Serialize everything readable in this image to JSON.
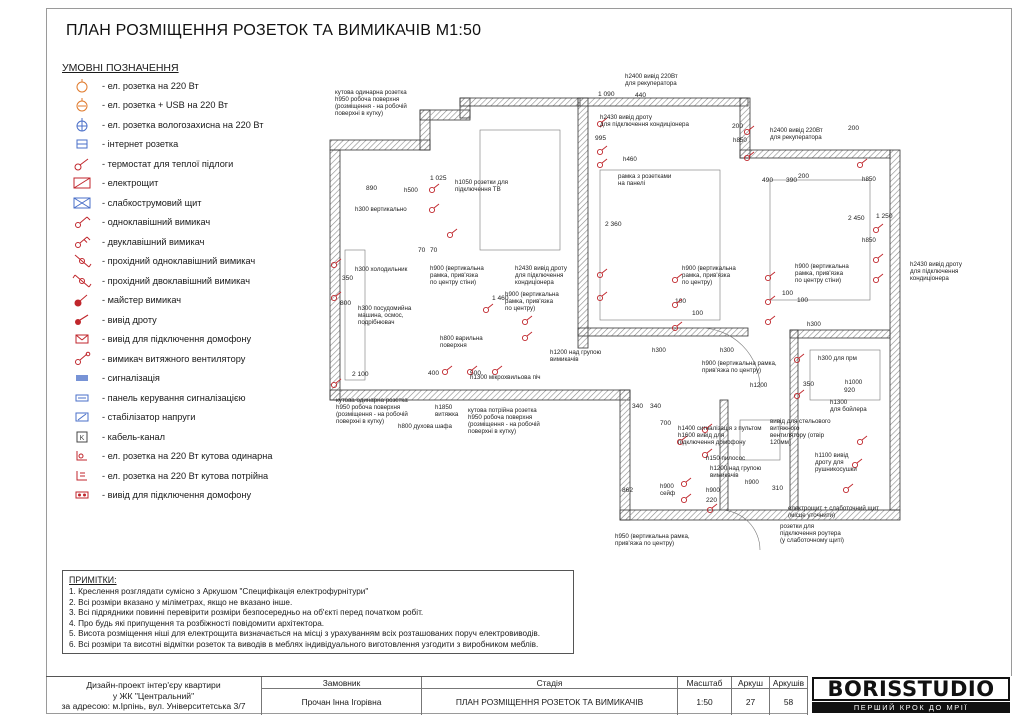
{
  "title": "ПЛАН РОЗМІЩЕННЯ РОЗЕТОК ТА ВИМИКАЧІВ М1:50",
  "legend": {
    "title": "УМОВНІ ПОЗНАЧЕННЯ",
    "items": [
      {
        "icon": "socket-220-icon",
        "label": "- ел. розетка на 220 Вт"
      },
      {
        "icon": "socket-usb-icon",
        "label": "- ел. розетка + USB на 220 Вт"
      },
      {
        "icon": "socket-waterproof-icon",
        "label": "- ел. розетка вологозахисна на 220 Вт"
      },
      {
        "icon": "internet-socket-icon",
        "label": "- інтернет розетка"
      },
      {
        "icon": "floor-thermostat-icon",
        "label": "- термостат для теплої підлоги"
      },
      {
        "icon": "electrical-panel-icon",
        "label": "- електрощит"
      },
      {
        "icon": "low-voltage-panel-icon",
        "label": "- слабкострумовий щит"
      },
      {
        "icon": "single-switch-icon",
        "label": "- одноклавішний вимикач"
      },
      {
        "icon": "double-switch-icon",
        "label": "- двуклавішний вимикач"
      },
      {
        "icon": "pass-single-switch-icon",
        "label": "- прохідний одноклавішний вимикач"
      },
      {
        "icon": "pass-double-switch-icon",
        "label": "- прохідний двоклавішний вимикач"
      },
      {
        "icon": "master-switch-icon",
        "label": "- майстер вимикач"
      },
      {
        "icon": "wire-outlet-icon",
        "label": "- вивід дроту"
      },
      {
        "icon": "intercom-outlet-icon",
        "label": "- вивід для підключення домофону"
      },
      {
        "icon": "fan-switch-icon",
        "label": "- вимикач витяжного вентилятору"
      },
      {
        "icon": "alarm-icon",
        "label": "- сигналізація"
      },
      {
        "icon": "alarm-panel-icon",
        "label": "- панель керування сигналізацією"
      },
      {
        "icon": "stabilizer-icon",
        "label": "- стабілізатор напруги"
      },
      {
        "icon": "cable-channel-icon",
        "label": "- кабель-канал"
      },
      {
        "icon": "corner-single-socket-icon",
        "label": "- ел. розетка на 220 Вт кутова одинарна"
      },
      {
        "icon": "corner-triple-socket-icon",
        "label": "- ел. розетка на 220 Вт кутова потрійна"
      },
      {
        "icon": "intercom-connect-icon",
        "label": "- вивід для підключення домофону"
      }
    ]
  },
  "plan": {
    "labels": [
      "кутова одинарна розетка",
      "h950 робоча поверхня",
      "(розміщення - на робочій",
      "поверхні в кутку)",
      "h2400 вивід 220Вт",
      "для рекуператора",
      "h2400 вивід 220Вт",
      "для рекуператора",
      "h2430 вивід дроту",
      "для підключення кондиціонера",
      "h1050 розетки для",
      "підключення ТВ",
      "h300 вертикально",
      "h500",
      "рамка з розетками",
      "на панелі",
      "h460",
      "h850",
      "h850",
      "h850",
      "h300 холодильник",
      "h300 посудомийна",
      "машина, осмос,",
      "подрібнювач",
      "h900 (вертикальна",
      "рамка, прив'язка",
      "по центру стіни)",
      "h2430 вивід дроту",
      "для підключення",
      "кондиціонера",
      "h900 (вертикальна",
      "рамка, прив'язка",
      "по центру)",
      "h900 (вертикальна",
      "рамка, прив'язка",
      "по центру)",
      "h900 (вертикальна",
      "рамка, прив'язка",
      "по центру стіни)",
      "h2430 вивід дроту",
      "для підключення",
      "кондиціонера",
      "h800 варильна",
      "поверхня",
      "h1200 над групою",
      "вимикачів",
      "h1300 мікрохвильова піч",
      "h300",
      "h300",
      "h300",
      "h300 для прм",
      "h900 (вертикальна рамка,",
      "прив'язка по центру)",
      "h1850",
      "витяжка",
      "h800 духова шафа",
      "кутова потрійна розетка",
      "h950 робоча поверхня",
      "(розміщення - на робочій",
      "поверхні в кутку)",
      "кутова одинарна розетка",
      "h950 робоча поверхня",
      "(розміщення - на робочій",
      "поверхні в кутку)",
      "h1200",
      "h1000",
      "h1300",
      "для бойлера",
      "вивід для стельового",
      "витяжного",
      "вентилятору (отвір",
      "120мм)",
      "h1400 сигналізація з пультом",
      "h1600 вивід для",
      "підключення домофону",
      "h150 пилосос",
      "h1200 над групою",
      "вимикачів",
      "h1100 вивід",
      "дроту для",
      "рушникосушки",
      "h900",
      "сейф",
      "h900",
      "h900",
      "електрощит + слаботочний щит",
      "(місце уточнити)",
      "розетки для",
      "підключення роутера",
      "(у слаботочному щиті)",
      "h950 (вертикальна рамка,",
      "прив'язка по центру)"
    ],
    "dimensions": [
      "1 090",
      "440",
      "995",
      "1 025",
      "890",
      "2 360",
      "1 460",
      "200",
      "490",
      "390",
      "2 450",
      "1 250",
      "800",
      "350",
      "2 100",
      "400",
      "500",
      "340",
      "340",
      "700",
      "862",
      "220",
      "310",
      "350",
      "920",
      "200",
      "70",
      "70",
      "200",
      "100",
      "100",
      "100",
      "100"
    ]
  },
  "notes": {
    "title": "ПРИМІТКИ:",
    "items": [
      "1. Креслення розглядати сумісно з Аркушом \"Специфікація електрофурнітури\"",
      "2. Всі розміри вказано у міліметрах, якщо не вказано інше.",
      "3. Всі підрядники повинні перевірити розміри безпосередньо на об'єкті перед початком робіт.",
      "4. Про будь які припущення та розбіжності повідомити архітектора.",
      "5. Висота розміщення ніші для електрощита визначається на місці з урахуванням всіх розташованих поруч електровиводів.",
      "6. Всі розміри та висотні відмітки розеток та виводів в меблях індивідуального виготовлення узгодити з виробником меблів."
    ]
  },
  "stamp": {
    "project_lines": [
      "Дизайн-проект інтер'єру квартири",
      "у ЖК \"Центральний\"",
      "за адресою: м.Ірпінь, вул. Університетська 3/7"
    ],
    "headers": {
      "client": "Замовник",
      "stage": "Стадія",
      "scale": "Масштаб",
      "sheet": "Аркуш",
      "sheets": "Аркушів"
    },
    "values": {
      "client": "Прочан Інна Ігорівна",
      "stage": "ПЛАН РОЗМІЩЕННЯ РОЗЕТОК ТА ВИМИКАЧІВ",
      "scale": "1:50",
      "sheet": "27",
      "sheets": "58"
    }
  },
  "brand": {
    "name": "BORISSTUDIO",
    "tagline": "ПЕРШИЙ КРОК ДО МРІЇ"
  },
  "colors": {
    "symbol_red": "#c0262c",
    "symbol_orange": "#e07a2c",
    "symbol_blue": "#4a6fc8",
    "wall_hatch": "#8a8a8a",
    "line": "#333333"
  }
}
